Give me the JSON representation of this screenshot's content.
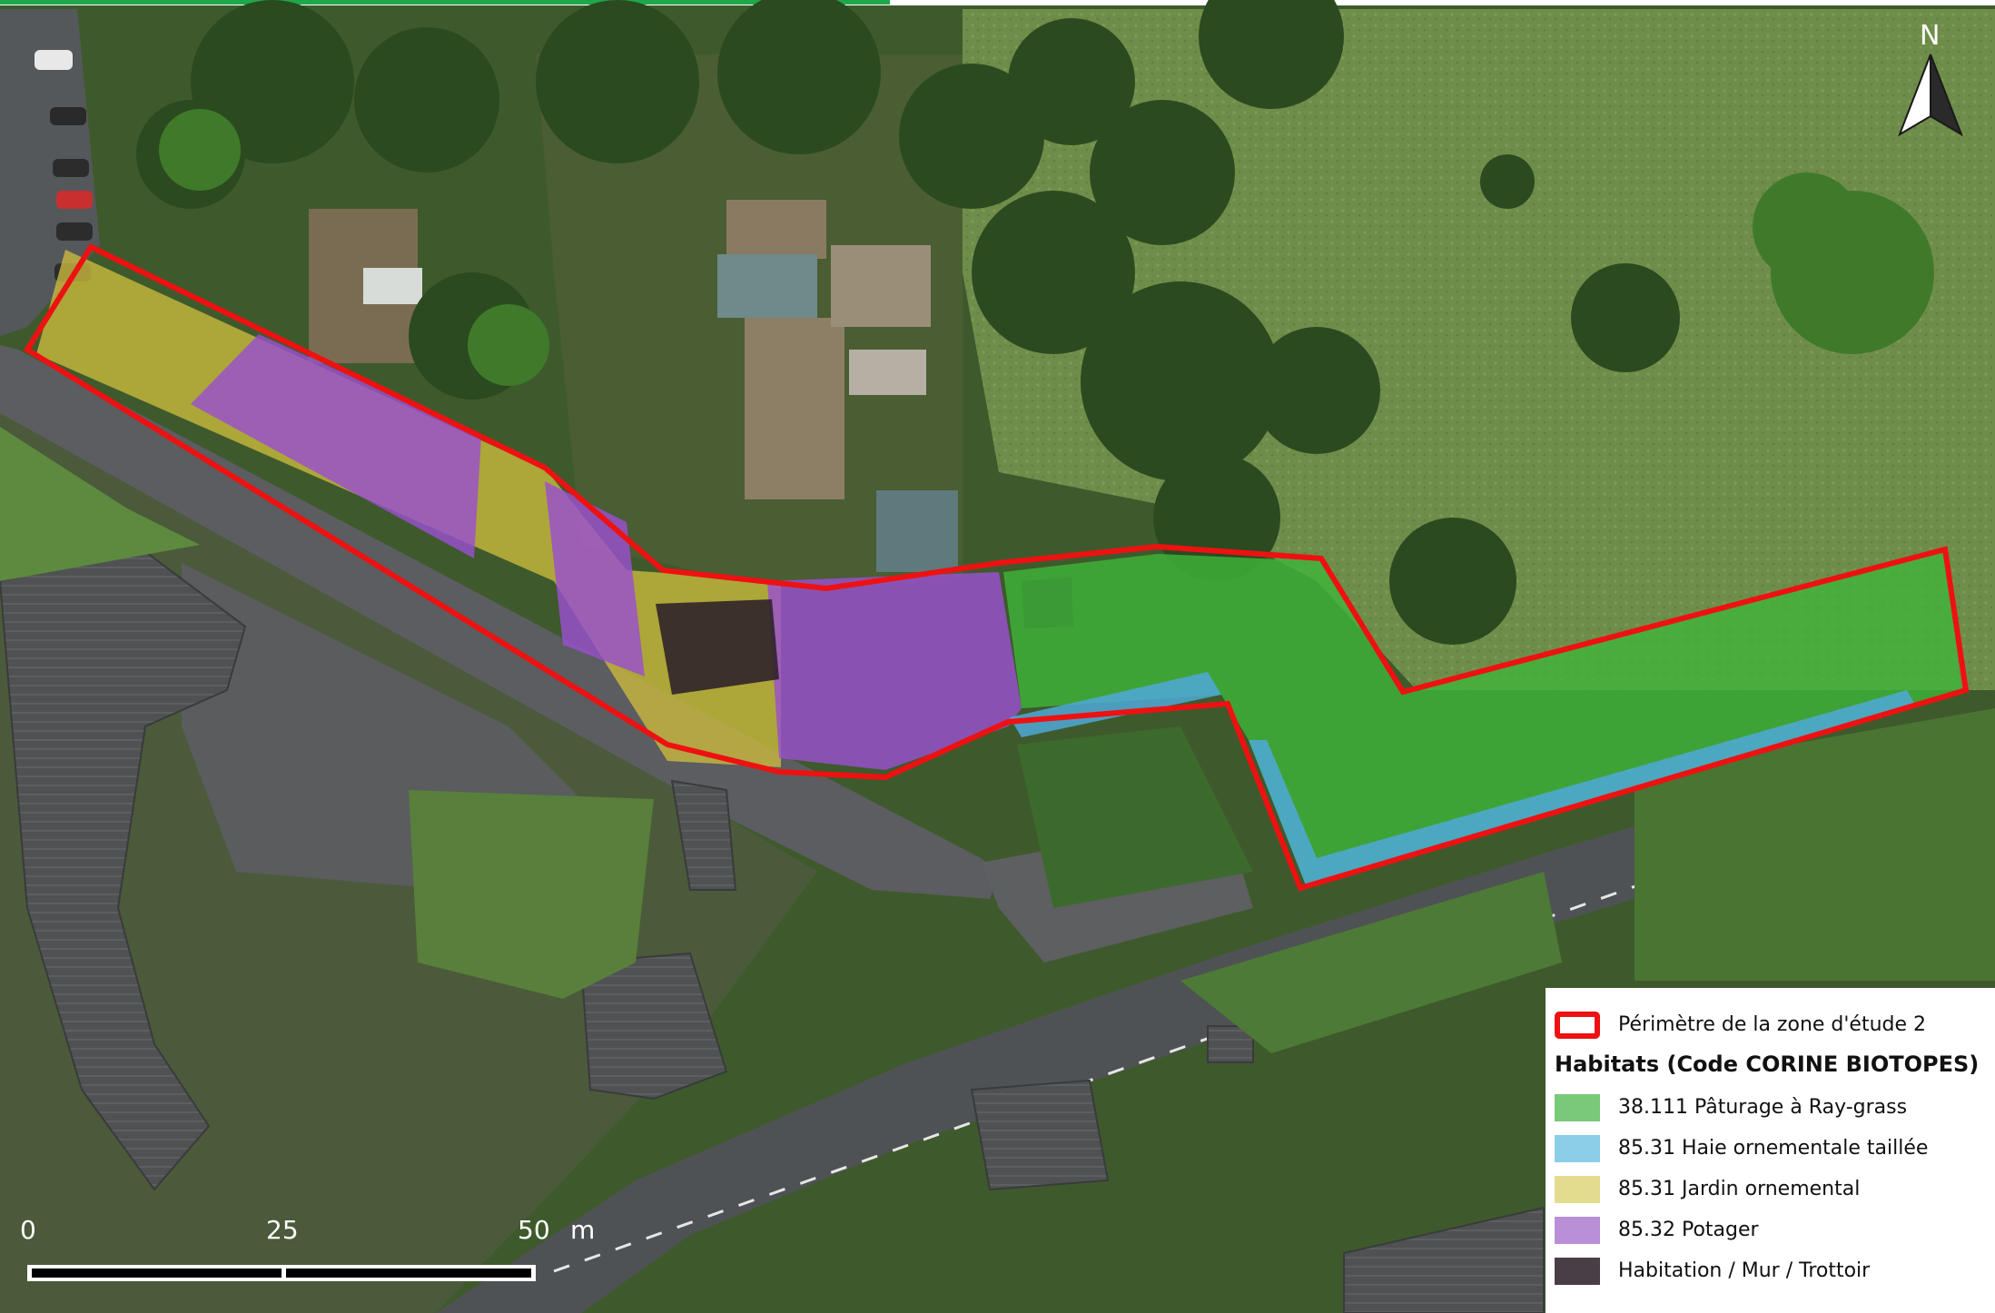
{
  "legend": {
    "perimeter_label": "Périmètre de la zone d'étude 2",
    "habitats_title": "Habitats (Code CORINE BIOTOPES)",
    "items": [
      {
        "label": "38.111 Pâturage à Ray-grass",
        "color": "#7ac97a"
      },
      {
        "label": "85.31 Haie ornementale taillée",
        "color": "#8ccde8"
      },
      {
        "label": "85.31 Jardin ornemental",
        "color": "#e3dc8f"
      },
      {
        "label": "85.32 Potager",
        "color": "#b98fd8"
      },
      {
        "label": "Habitation / Mur / Trottoir",
        "color": "#4a3e46"
      }
    ],
    "perimeter_color": "#ee1111"
  },
  "scale_bar": {
    "labels": [
      "0",
      "25",
      "50",
      "m"
    ]
  },
  "north_arrow": {
    "label": "N"
  },
  "colors": {
    "grass_pasture": "#3fb53a",
    "hedge": "#4fa8d8",
    "garden": "#cdbb3d",
    "vegetable": "#9a4fd0",
    "building": "#2f2329",
    "road": "#55585a",
    "field": "#6f8d4a",
    "tree": "#2e4a22"
  }
}
